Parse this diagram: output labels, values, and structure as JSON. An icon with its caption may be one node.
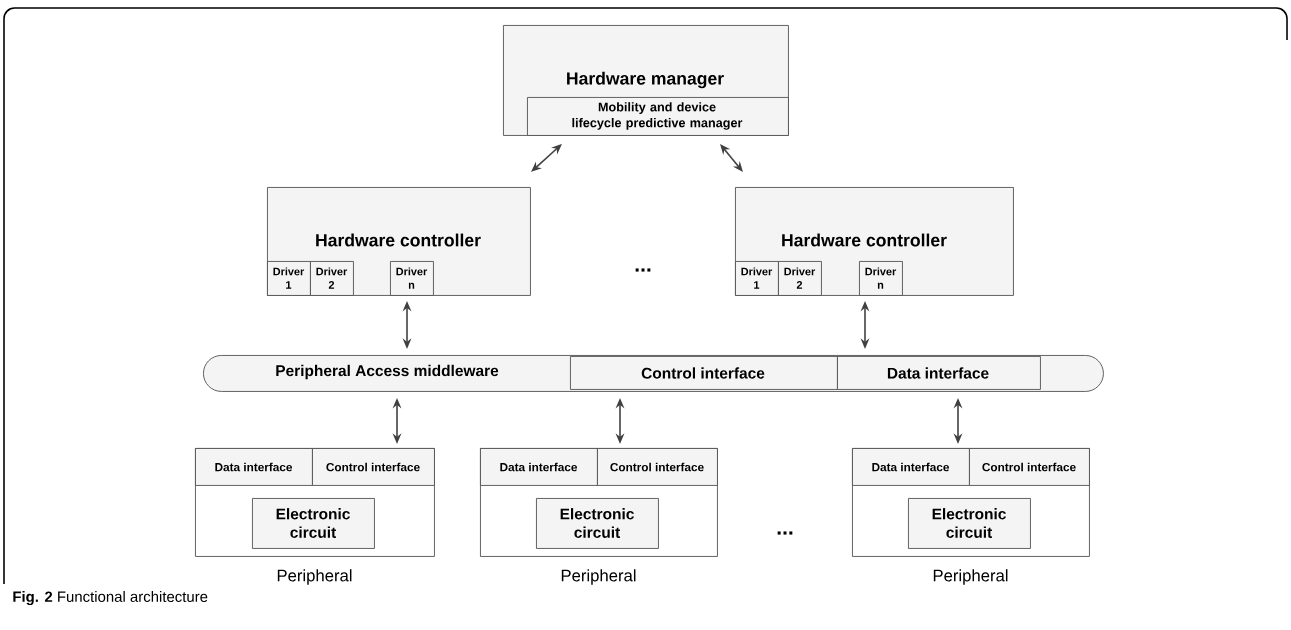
{
  "diagram": {
    "caption": "**Fig. 2** Functional architecture",
    "nodes": [
      {
        "text": [
          "Hardware manager"
        ]
      },
      {
        "text": [
          "Mobility and device lifecycle predictive manager"
        ],
        "in": 0
      },
      {
        "text": [
          "Hardware controller"
        ]
      },
      {
        "text": [
          "Driver 1"
        ],
        "in": 2
      },
      {
        "text": [
          "Driver 2"
        ],
        "in": 2
      },
      {
        "text": [
          "Driver n"
        ],
        "in": 2
      },
      {
        "text": [
          "Hardware controller"
        ]
      },
      {
        "text": [
          "Driver 1"
        ],
        "in": 6
      },
      {
        "text": [
          "Driver 2"
        ],
        "in": 6
      },
      {
        "text": [
          "Driver n"
        ],
        "in": 6
      },
      {
        "text": [
          "Peripheral Access middleware"
        ]
      },
      {
        "text": [
          "Control interface"
        ],
        "in": 10
      },
      {
        "text": [
          "Data interface"
        ],
        "in": 10
      },
      {
        "text": [],
        "shape": "box",
        "beside": [
          "Peripheral"
        ]
      },
      {
        "text": [
          "Data interface"
        ],
        "in": 13
      },
      {
        "text": [
          "Control interface"
        ],
        "in": 13
      },
      {
        "text": [
          "Electronic circuit"
        ],
        "in": 13
      },
      {
        "text": [],
        "shape": "box",
        "beside": [
          "Peripheral"
        ]
      },
      {
        "text": [
          "Data interface"
        ],
        "in": 17
      },
      {
        "text": [
          "Control interface"
        ],
        "in": 17
      },
      {
        "text": [
          "Electronic circuit"
        ],
        "in": 17
      },
      {
        "text": [],
        "shape": "box",
        "beside": [
          "Peripheral"
        ]
      },
      {
        "text": [
          "Data interface"
        ],
        "in": 21
      },
      {
        "text": [
          "Control interface"
        ],
        "in": 21
      },
      {
        "text": [
          "Electronic circuit"
        ],
        "in": 21
      }
    ],
    "edges": [
      {
        "from": 0,
        "to": 2,
        "arrow": "both"
      },
      {
        "from": 0,
        "to": 6,
        "arrow": "both"
      },
      {
        "from": 2,
        "to": 10,
        "arrow": "both"
      },
      {
        "from": 6,
        "to": 10,
        "arrow": "both"
      },
      {
        "from": 10,
        "to": 13,
        "arrow": "both"
      },
      {
        "from": 10,
        "to": 17,
        "arrow": "both"
      },
      {
        "from": 10,
        "to": 21,
        "arrow": "both"
      }
    ],
    "labels": [
      "...",
      "..."
    ]
  }
}
